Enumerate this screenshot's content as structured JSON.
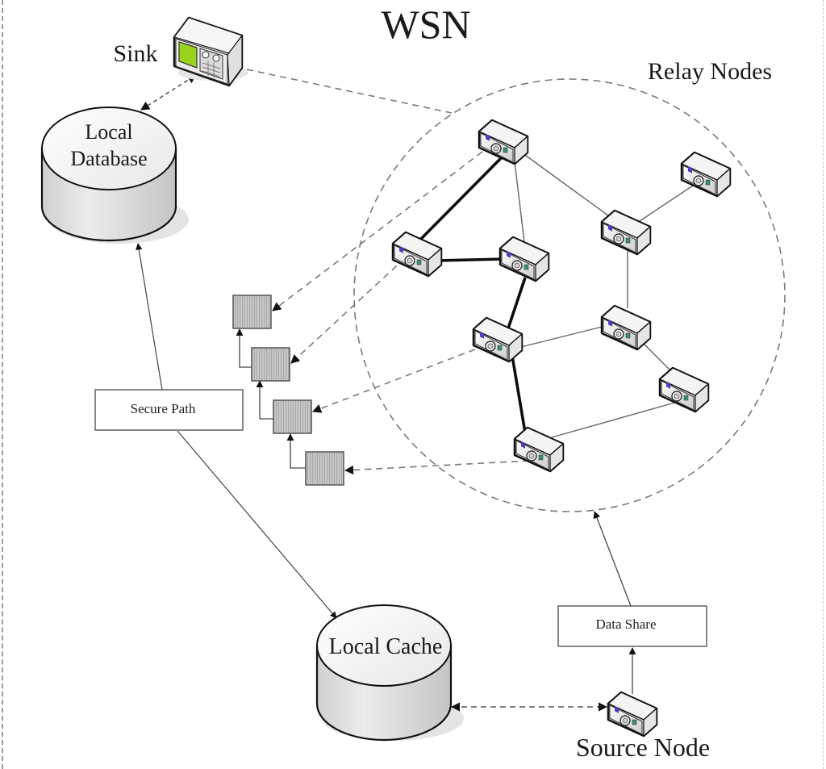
{
  "title": "WSN",
  "labels": {
    "sink": "Sink",
    "relay_nodes": "Relay Nodes",
    "local_database_line1": "Local",
    "local_database_line2": "Database",
    "local_cache": "Local Cache",
    "secure_path": "Secure Path",
    "data_share": "Data Share",
    "source_node": "Source Node"
  },
  "icons": {
    "sink": "sink-device-icon",
    "relay": "sensor-node-icon",
    "source": "sensor-node-icon",
    "database": "database-cylinder-icon",
    "buffer": "data-buffer-block-icon"
  },
  "relay_network": {
    "node_count": 10,
    "secure_path_edges": 4,
    "link_count": 8
  },
  "data_buffers": {
    "count": 4
  },
  "colors": {
    "line": "#222222",
    "dashed": "#7a7a7a",
    "cylinder_fill": "#e2e2e2",
    "buffer_fill": "#bdbdbd",
    "sink_screen": "#9ad21e",
    "node_led_blue": "#4a3fc4",
    "node_led_green": "#3c8f6a"
  }
}
